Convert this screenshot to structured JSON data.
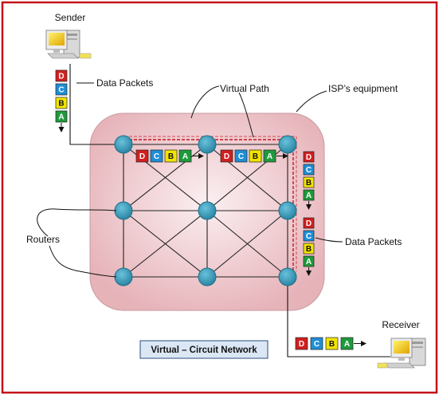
{
  "labels": {
    "sender": "Sender",
    "receiver": "Receiver",
    "data_packets_top": "Data Packets",
    "data_packets_right": "Data Packets",
    "virtual_path": "Virtual Path",
    "isp_equipment": "ISP’s equipment",
    "routers": "Routers",
    "title": "Virtual – Circuit Network"
  },
  "packets": [
    {
      "letter": "D",
      "color": "#d21f1f",
      "text_color": "#ffffff"
    },
    {
      "letter": "C",
      "color": "#1e8fd6",
      "text_color": "#ffffff"
    },
    {
      "letter": "B",
      "color": "#f2e400",
      "text_color": "#111111"
    },
    {
      "letter": "A",
      "color": "#1f9a3c",
      "text_color": "#ffffff"
    }
  ],
  "colors": {
    "frame": "#c4121a",
    "node": "#3a97b4",
    "isp_fill_outer": "#e7b9bf",
    "isp_fill_inner": "#fbeff1",
    "virtual_path": "#c8141c"
  }
}
